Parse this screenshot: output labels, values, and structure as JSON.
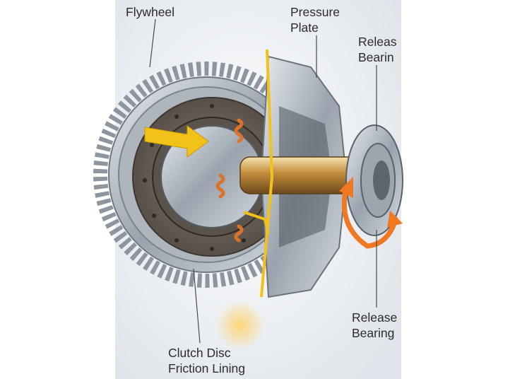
{
  "labels": {
    "flywheel": "Flywheel",
    "pressure_plate": [
      "Pressure",
      "Plate"
    ],
    "release_bearing_top": [
      "Releas",
      "Bearin"
    ],
    "release_bearing_bottom": [
      "Release",
      "Bearing"
    ],
    "clutch_disc": [
      "Clutch Disc",
      "Friction Lining"
    ]
  },
  "colors": {
    "background": "#f2f4f7",
    "friction": "#6e655b",
    "steel": "#b9c0c8",
    "spring": "#d9742a",
    "highlight": "#f2c21a",
    "arrow_orange": "#f07820",
    "label_text": "#2b2b2b"
  }
}
